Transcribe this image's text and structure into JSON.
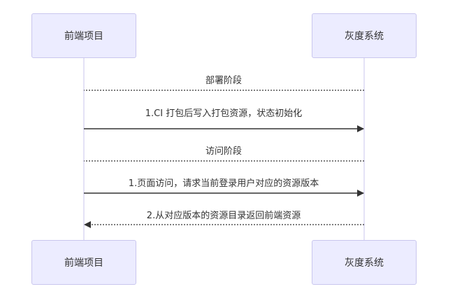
{
  "actors": {
    "frontend": "前端项目",
    "gray_system": "灰度系统"
  },
  "messages": [
    {
      "text": "部署阶段",
      "from": "gray_system",
      "to": "frontend",
      "style": "dotted",
      "arrowhead": "none"
    },
    {
      "text": "1.CI 打包后写入打包资源，状态初始化",
      "from": "frontend",
      "to": "gray_system",
      "style": "solid",
      "arrowhead": "filled"
    },
    {
      "text": "访问阶段",
      "from": "gray_system",
      "to": "frontend",
      "style": "dotted",
      "arrowhead": "none"
    },
    {
      "text": "1.页面访问，请求当前登录用户对应的资源版本",
      "from": "frontend",
      "to": "gray_system",
      "style": "solid",
      "arrowhead": "filled"
    },
    {
      "text": "2.从对应版本的资源目录返回前端资源",
      "from": "gray_system",
      "to": "frontend",
      "style": "dotted",
      "arrowhead": "filled"
    }
  ],
  "colors": {
    "actor_fill": "#ECECFF",
    "actor_border": "#C9C6EE",
    "lifeline": "#C9C6EE",
    "message_line": "#333333",
    "text": "#333333"
  }
}
